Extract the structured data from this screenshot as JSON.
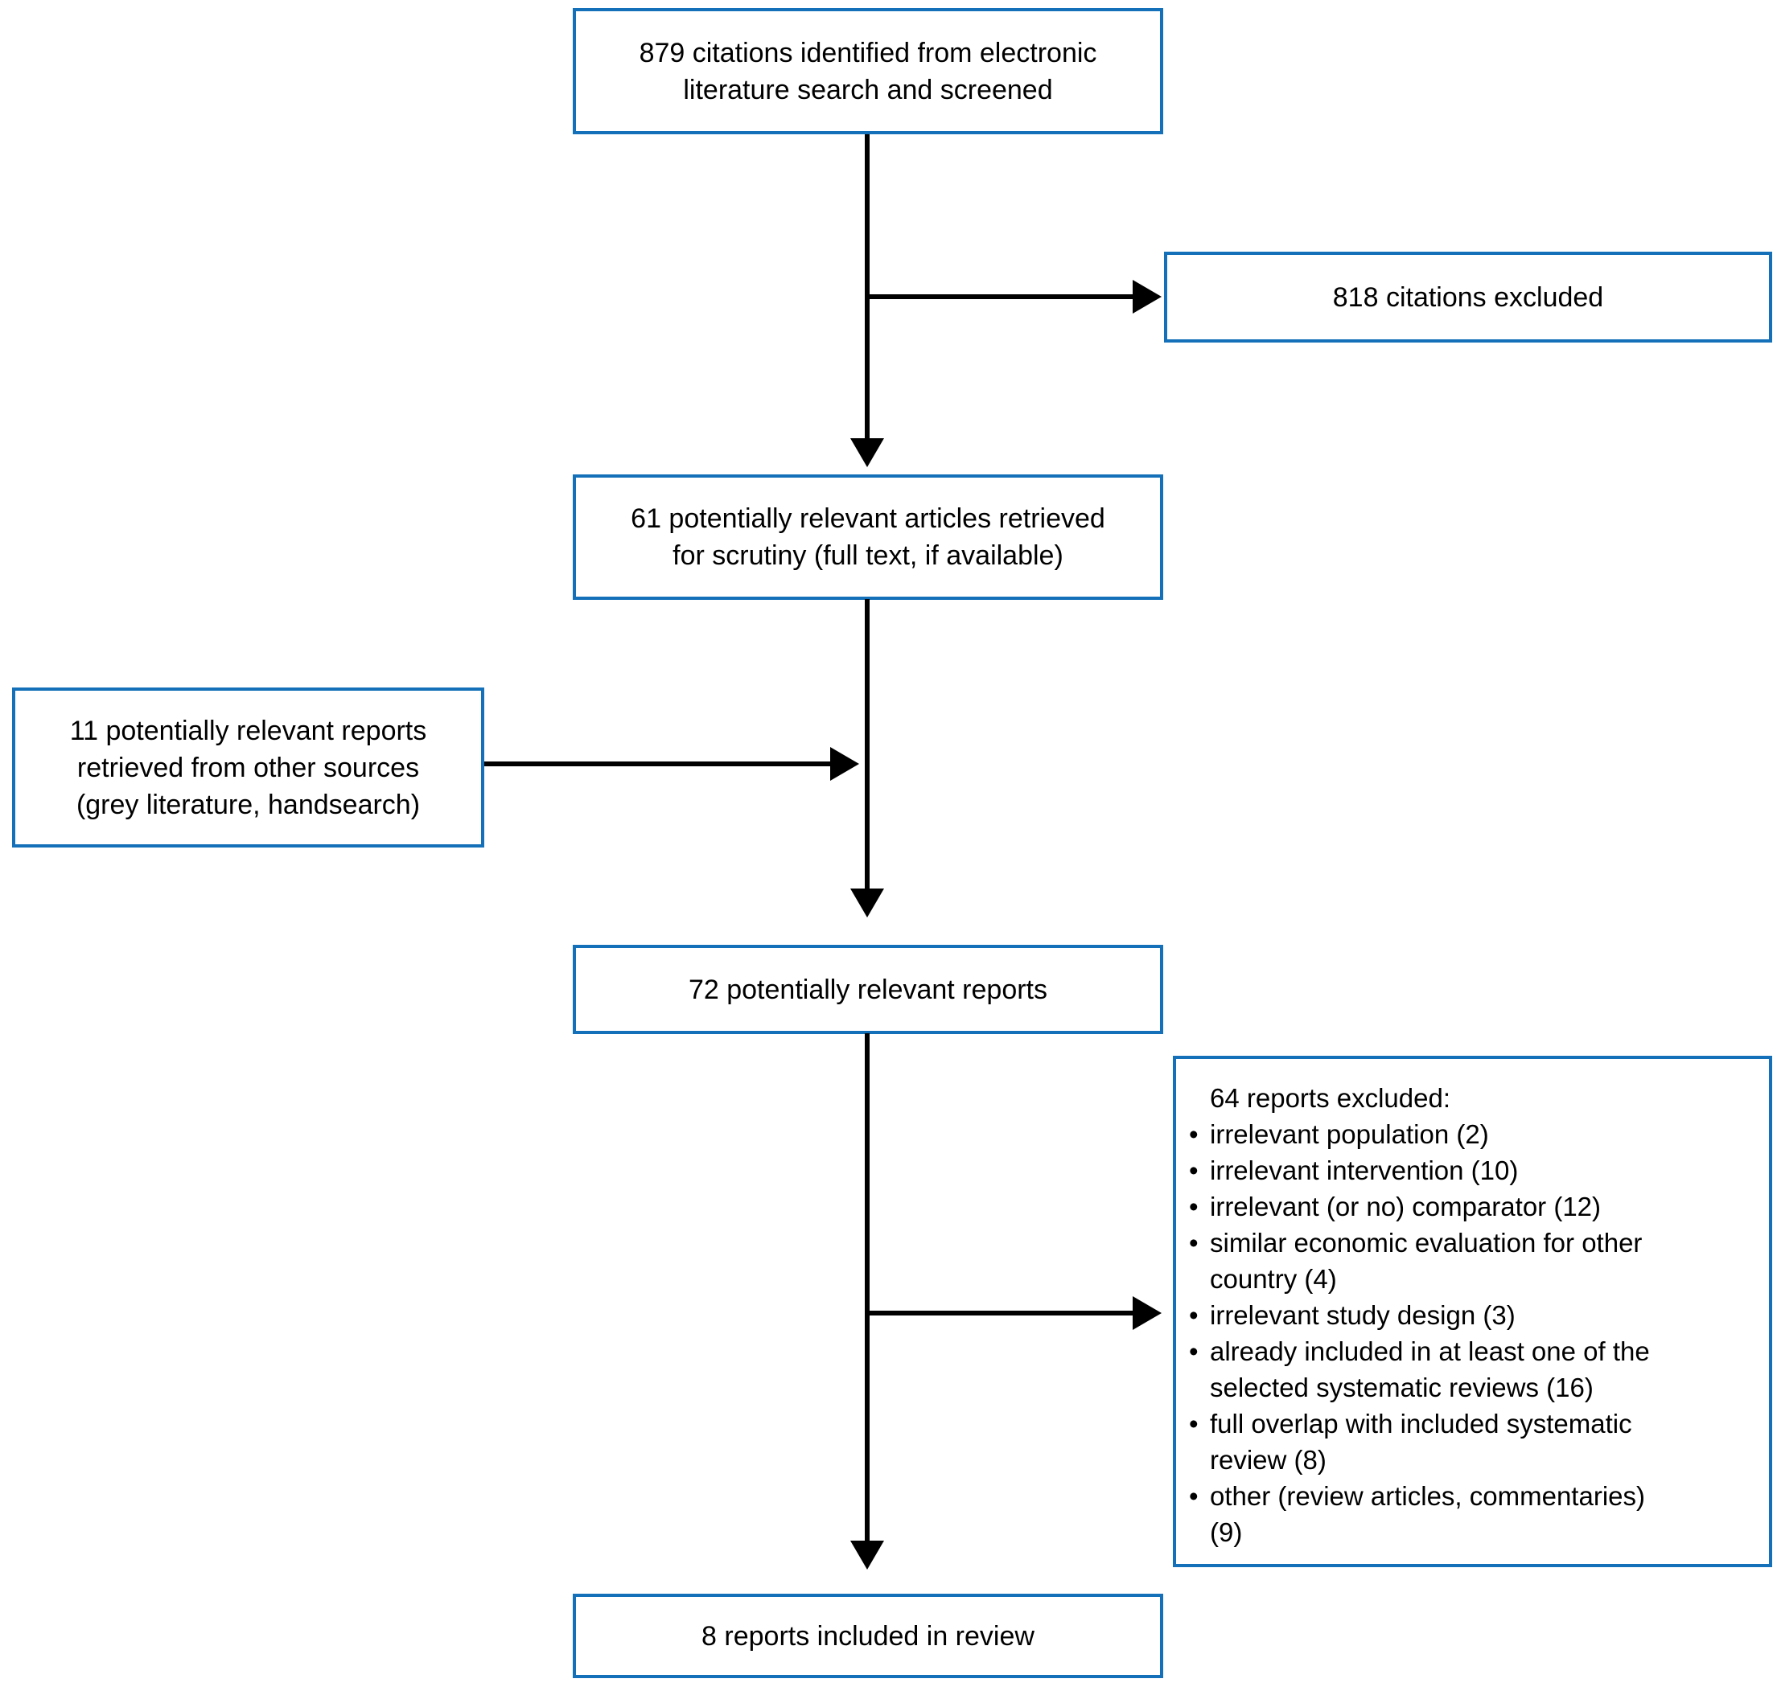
{
  "diagram": {
    "title_semantic": "study selection flow diagram",
    "boxes": {
      "identified": {
        "text": "879 citations identified from electronic\nliterature search and screened"
      },
      "excluded_citations": {
        "text": "818 citations excluded"
      },
      "retrieved": {
        "text": "61 potentially relevant articles retrieved\nfor scrutiny (full text, if available)"
      },
      "other_sources": {
        "text": "11 potentially relevant reports\nretrieved from other sources\n(grey literature, handsearch)"
      },
      "potentially_relevant": {
        "text": "72 potentially relevant reports"
      },
      "excluded_reports": {
        "heading": "64 reports excluded:",
        "bullet": "•",
        "items": [
          "irrelevant population (2)",
          "irrelevant intervention (10)",
          "irrelevant (or no) comparator (12)",
          "similar economic evaluation for other\ncountry (4)",
          "irrelevant study design (3)",
          "already included in at least one of the\nselected systematic reviews (16)",
          "full overlap with included systematic\nreview (8)",
          "other (review articles, commentaries)\n(9)"
        ]
      },
      "included": {
        "text": "8 reports included in review"
      }
    },
    "colors": {
      "box_border": "#1470b8",
      "arrow": "#000000",
      "text": "#000000",
      "background": "#ffffff"
    }
  }
}
